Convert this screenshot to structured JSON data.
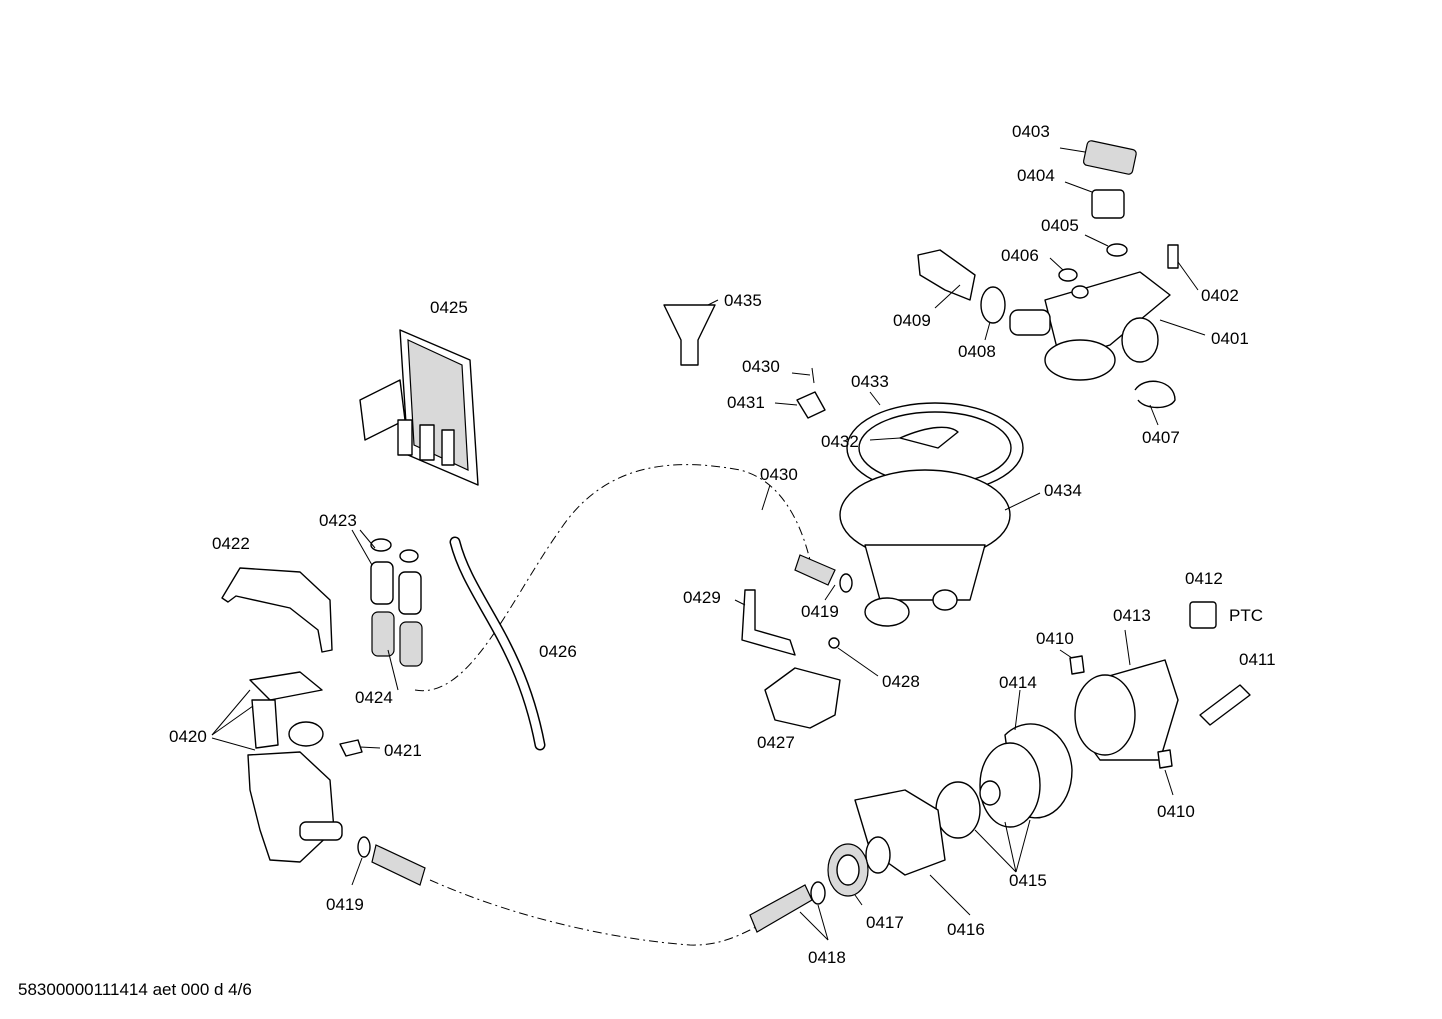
{
  "footer": "58300000111414 aet 000 d 4/6",
  "ptc_label": "PTC",
  "labels": [
    "0403",
    "0404",
    "0405",
    "0406",
    "0402",
    "0409",
    "0408",
    "0401",
    "0407",
    "0435",
    "0425",
    "0430",
    "0431",
    "0433",
    "0432",
    "0434",
    "0430",
    "0423",
    "0422",
    "0419",
    "0429",
    "0412",
    "0413",
    "0410",
    "0411",
    "0426",
    "0414",
    "0428",
    "0424",
    "0420",
    "0421",
    "0427",
    "0410",
    "0415",
    "0416",
    "0417",
    "0419",
    "0418"
  ]
}
